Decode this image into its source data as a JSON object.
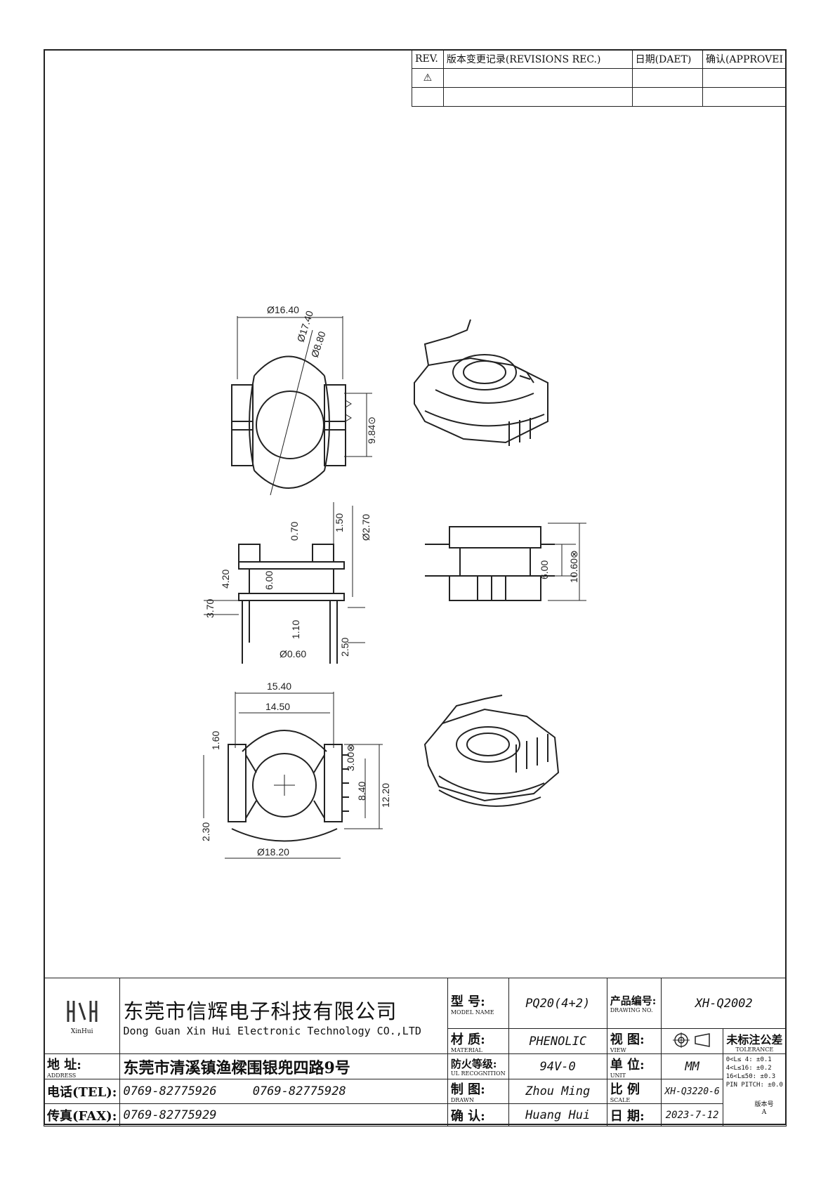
{
  "revision_table": {
    "headers": [
      "REV.",
      "版本变更记录(REVISIONS REC.)",
      "日期(DAET)",
      "确认(APPROVEI"
    ],
    "rev_mark": "⚠"
  },
  "dimensions": {
    "top_view": [
      "Ø16.40",
      "Ø17.40",
      "Ø8.80",
      "9.84⊙"
    ],
    "side_view": [
      "0.70",
      "1.50",
      "Ø2.70",
      "4.20",
      "6.00",
      "3.70",
      "1.10",
      "2.50",
      "Ø0.60"
    ],
    "right_view": [
      "6.00",
      "10.60⊗"
    ],
    "bottom_view": [
      "15.40",
      "14.50",
      "1.60",
      "2.30",
      "3.00⊗",
      "8.40",
      "12.20",
      "Ø18.20"
    ]
  },
  "title_block": {
    "company_cn": "东莞市信辉电子科技有限公司",
    "company_en": "Dong Guan Xin Hui Electronic Technology CO.,LTD",
    "logo_text": "XinHui",
    "model_label": "型  号:",
    "model_label_en": "MODEL NAME",
    "model_value": "PQ20(4+2)",
    "product_no_label": "产品编号:",
    "product_no_label_en": "DRAWING NO.",
    "product_no_value": "XH-Q2002",
    "material_label": "材  质:",
    "material_label_en": "MATERIAL",
    "material_value": "PHENOLIC",
    "view_label": "视  图:",
    "view_label_en": "VIEW",
    "tolerance_label": "未标注公差",
    "tolerance_label_en": "TOLERANCE",
    "address_label": "地  址:",
    "address_label_en": "ADDRESS",
    "address_value": "东莞市清溪镇渔樑围银兜四路9号",
    "fire_label": "防火等级:",
    "fire_label_en": "UL RECOGNITION",
    "fire_value": "94V-0",
    "unit_label": "单  位:",
    "unit_label_en": "UNIT",
    "unit_value": "MM",
    "tolerances": [
      "0<L≤ 4:  ±0.1",
      "4<L≤16:  ±0.2",
      "16<L≤50:  ±0.3",
      "PIN PITCH:  ±0.0"
    ],
    "tel_label": "电话(TEL):",
    "tel_value_1": "0769-82775926",
    "tel_value_2": "0769-82775928",
    "drawn_label": "制  图:",
    "drawn_label_en": "DRAWN",
    "drawn_value": "Zhou Ming",
    "scale_label": "比  例",
    "scale_label_en": "SCALE",
    "scale_value": "XH-Q3220-6",
    "fax_label": "传真(FAX):",
    "fax_value": "0769-82775929",
    "check_label": "确  认:",
    "check_value": "Huang Hui",
    "date_label": "日  期:",
    "date_value": "2023-7-12",
    "version_label": "版本号",
    "version_value": "A"
  }
}
